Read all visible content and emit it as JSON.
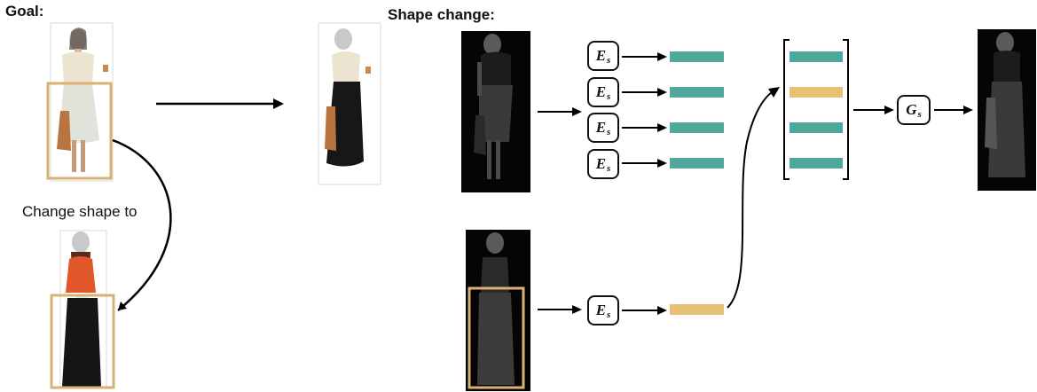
{
  "headings": {
    "goal": "Goal:",
    "shape_change": "Shape change:"
  },
  "labels": {
    "change_shape_to": "Change shape to"
  },
  "encoder": {
    "symbol": "E",
    "subscript": "s"
  },
  "generator": {
    "symbol": "G",
    "subscript": "s"
  },
  "colors": {
    "teal": "#4fa89b",
    "gold": "#e7c074",
    "frame": "#d8b274",
    "mask_bg": "#050505"
  }
}
